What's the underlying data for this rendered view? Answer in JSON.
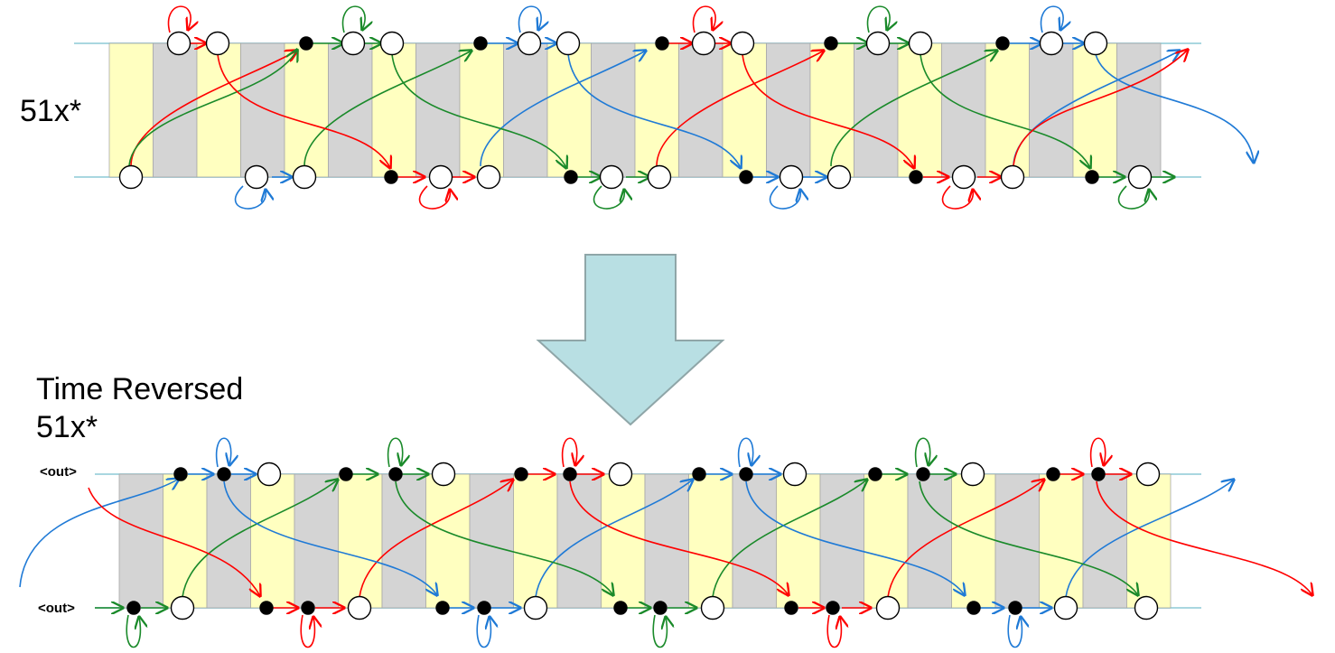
{
  "top_label": "51x*",
  "bottom_label_line1": "Time Reversed",
  "bottom_label_line2": "51x*",
  "out_label_upper": "<out>",
  "out_label_lower": "<out>",
  "colors": {
    "yellow_band": "#ffffc0",
    "gray_band": "#d4d4d4",
    "band_outline": "#a8a8a8",
    "rail": "#a9d7e0",
    "red": "#ff0000",
    "green": "#1a8a2a",
    "blue": "#1f7ad6",
    "arrow_fill": "#b8dfe3",
    "arrow_stroke": "#8fa6a8"
  }
}
